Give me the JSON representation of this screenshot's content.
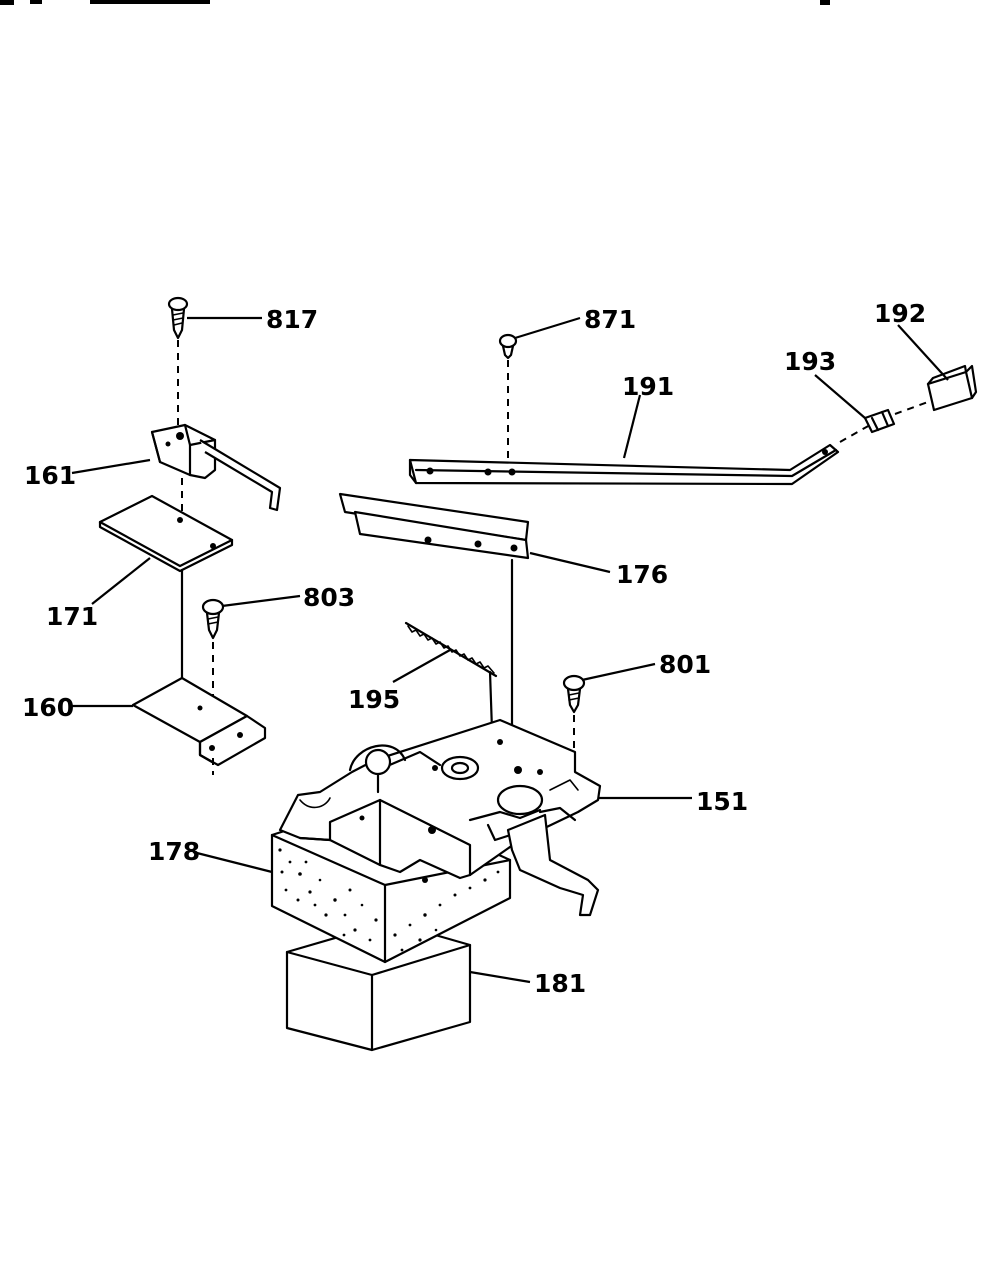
{
  "diagram": {
    "parts": [
      {
        "id": "817",
        "label": "817"
      },
      {
        "id": "871",
        "label": "871"
      },
      {
        "id": "192",
        "label": "192"
      },
      {
        "id": "193",
        "label": "193"
      },
      {
        "id": "191",
        "label": "191"
      },
      {
        "id": "161",
        "label": "161"
      },
      {
        "id": "176",
        "label": "176"
      },
      {
        "id": "171",
        "label": "171"
      },
      {
        "id": "803",
        "label": "803"
      },
      {
        "id": "801",
        "label": "801"
      },
      {
        "id": "195",
        "label": "195"
      },
      {
        "id": "160",
        "label": "160"
      },
      {
        "id": "151",
        "label": "151"
      },
      {
        "id": "178",
        "label": "178"
      },
      {
        "id": "181",
        "label": "181"
      }
    ]
  }
}
